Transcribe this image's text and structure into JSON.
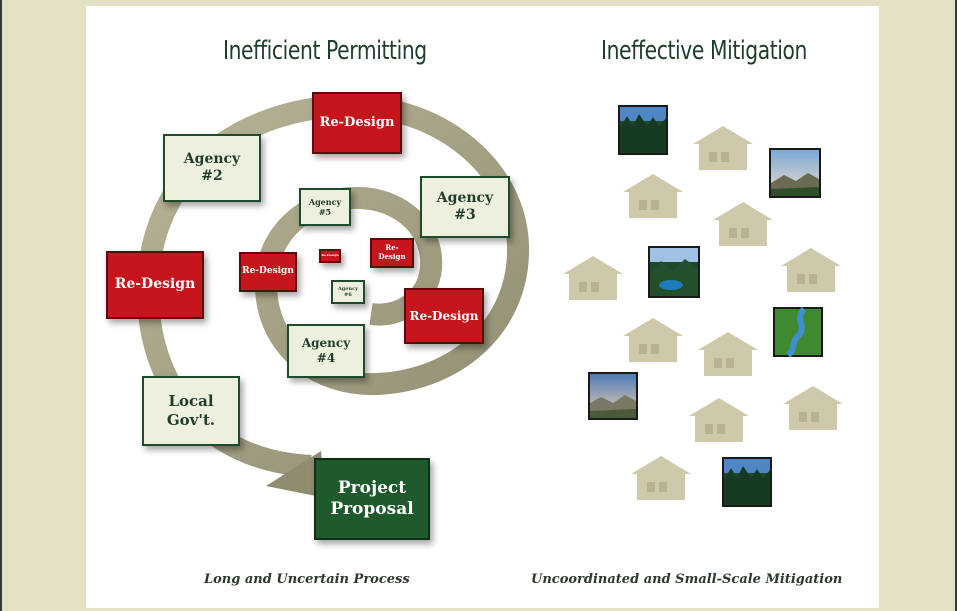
{
  "left": {
    "title": "Inefficient Permitting",
    "caption": "Long and Uncertain Process",
    "boxes": {
      "redesign_top": "Re-Design",
      "agency2": "Agency\n#2",
      "agency3": "Agency\n#3",
      "agency5": "Agency\n#5",
      "redesign_left": "Re-Design",
      "redesign_inner_left": "Re-Design",
      "redesign_tiny": "Re-Design",
      "redesign_inner_right": "Re-Design",
      "agency6": "Agency\n#6",
      "redesign_right": "Re-Design",
      "agency4": "Agency\n#4",
      "local_govt": "Local\nGov't.",
      "project_proposal": "Project\nProposal"
    }
  },
  "right": {
    "title": "Ineffective Mitigation",
    "caption": "Uncoordinated and Small-Scale Mitigation",
    "icons": [
      "forest-icon",
      "mountain-icon",
      "lake-icon",
      "river-icon",
      "mountain-icon",
      "forest-icon"
    ]
  },
  "colors": {
    "agency_fill": "#eef0de",
    "redesign_fill": "#c4161c",
    "project_fill": "#1f5a2c",
    "spiral": "#a8a58a",
    "house": "#cfc9ab"
  }
}
